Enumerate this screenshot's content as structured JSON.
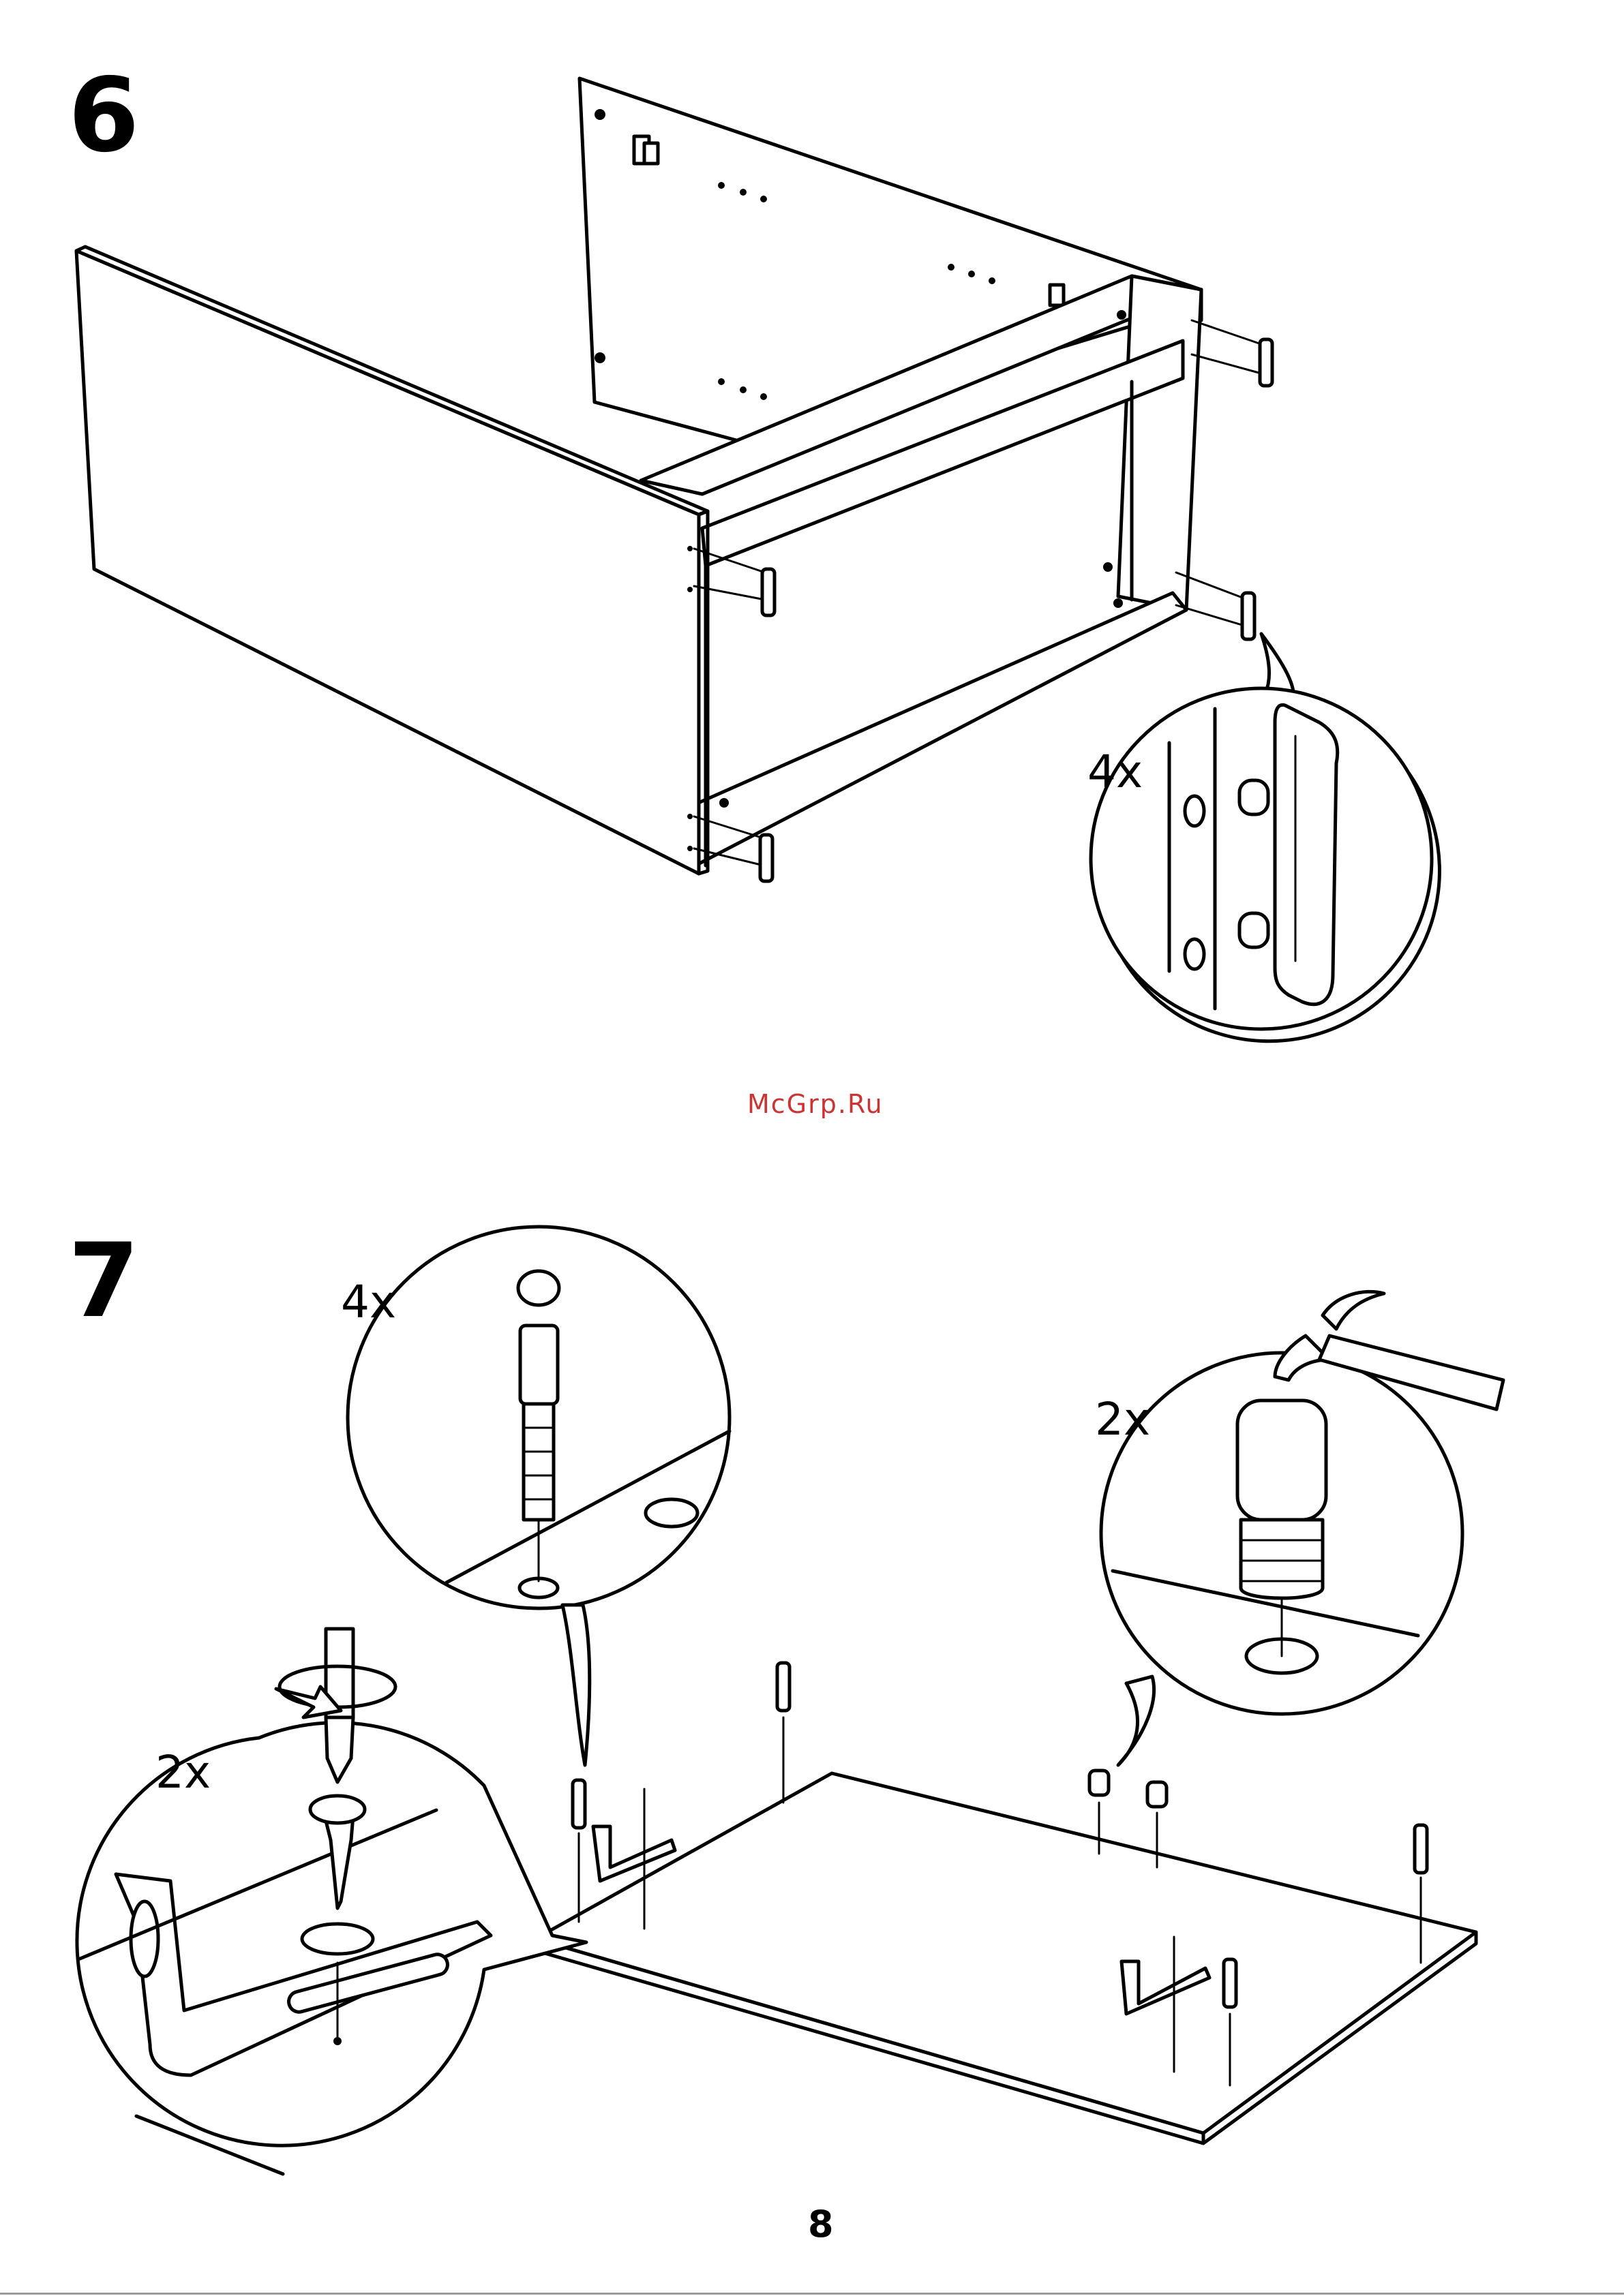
{
  "steps": {
    "step6": {
      "number": "6",
      "quantity": "4x"
    },
    "step7": {
      "number": "7",
      "quantity_dowel": "4x",
      "quantity_cap": "2x",
      "quantity_screw": "2x"
    }
  },
  "watermark": "McGrp.Ru",
  "page_number": "8"
}
